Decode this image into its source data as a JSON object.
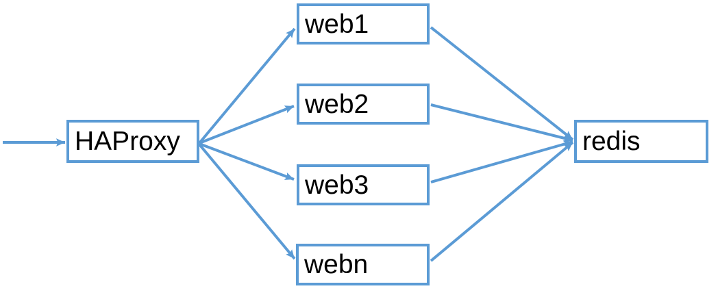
{
  "diagram": {
    "accent_color": "#5B9BD5",
    "text_color": "#000000",
    "background_color": "#FFFFFF",
    "nodes": [
      {
        "id": "haproxy",
        "label": "HAProxy"
      },
      {
        "id": "web1",
        "label": "web1"
      },
      {
        "id": "web2",
        "label": "web2"
      },
      {
        "id": "web3",
        "label": "web3"
      },
      {
        "id": "webn",
        "label": "webn"
      },
      {
        "id": "redis",
        "label": "redis"
      }
    ],
    "edges": [
      {
        "from": "external",
        "to": "haproxy"
      },
      {
        "from": "haproxy",
        "to": "web1"
      },
      {
        "from": "haproxy",
        "to": "web2"
      },
      {
        "from": "haproxy",
        "to": "web3"
      },
      {
        "from": "haproxy",
        "to": "webn"
      },
      {
        "from": "web1",
        "to": "redis"
      },
      {
        "from": "web2",
        "to": "redis"
      },
      {
        "from": "web3",
        "to": "redis"
      },
      {
        "from": "webn",
        "to": "redis"
      }
    ]
  }
}
